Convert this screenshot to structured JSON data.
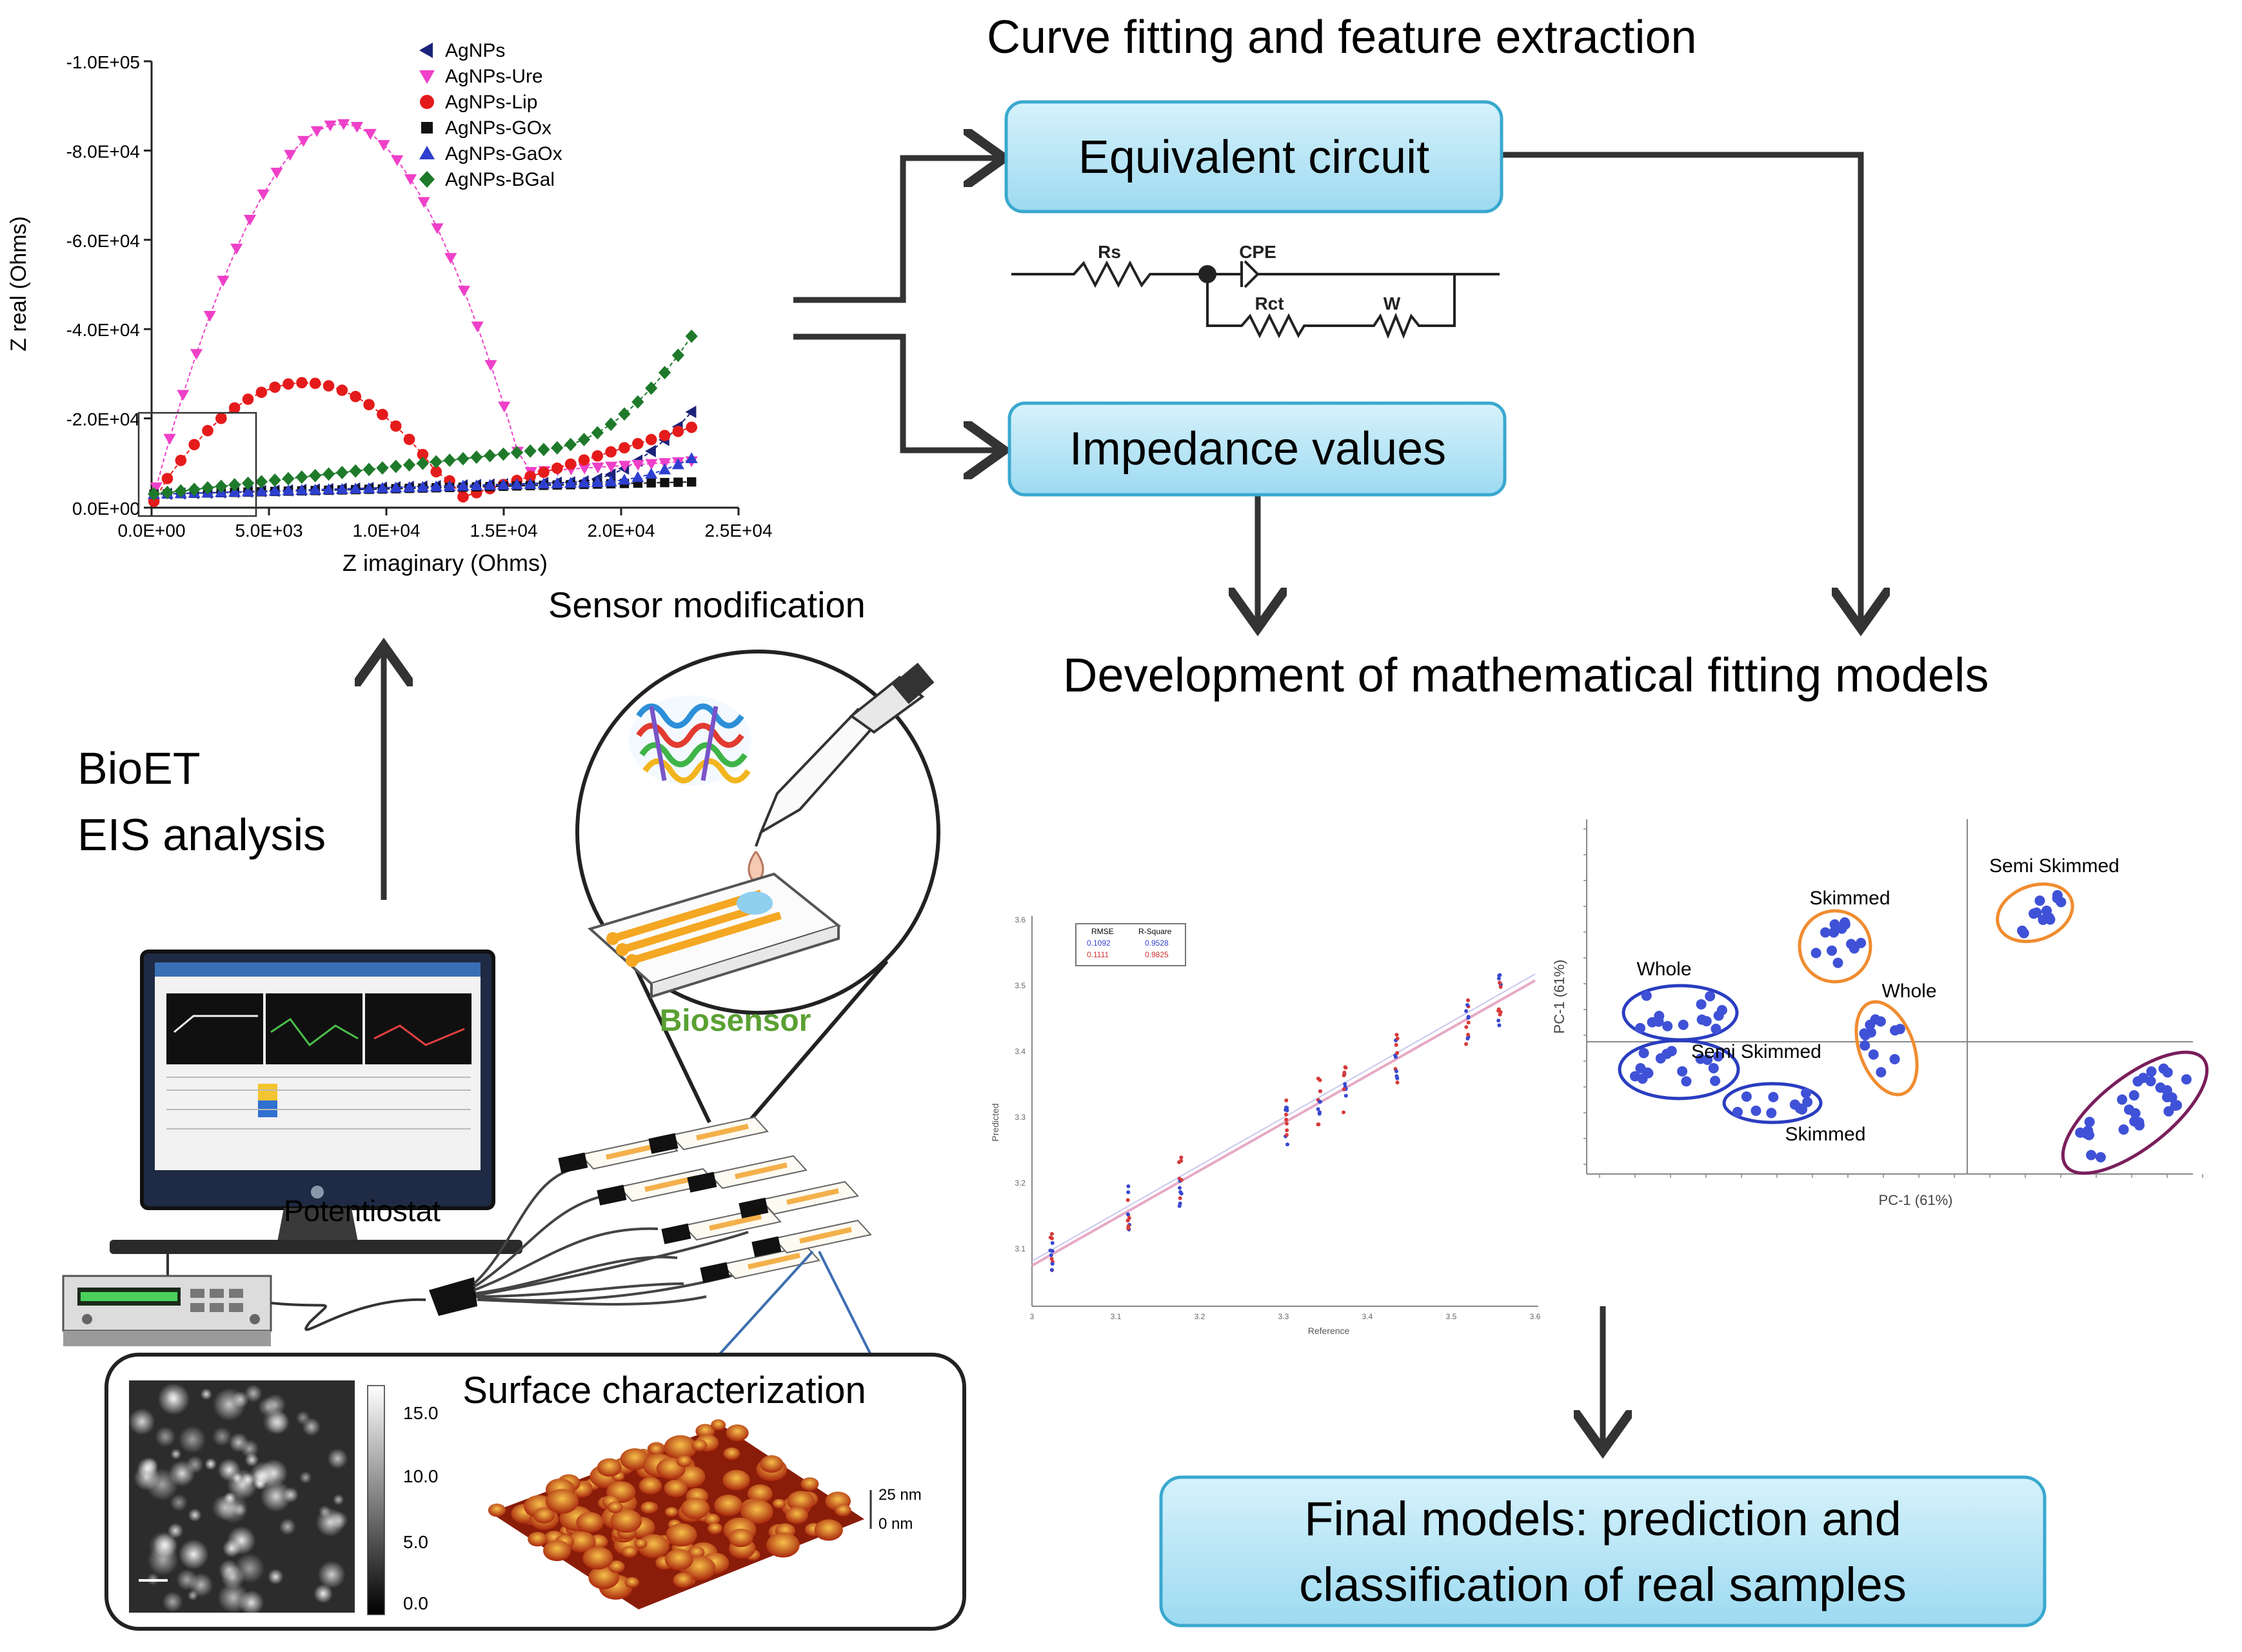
{
  "titles": {
    "curve_fitting": "Curve fitting and feature extraction",
    "development": "Development of mathematical fitting models",
    "sensor_modification": "Sensor modification",
    "bioet_line1": "BioET",
    "bioet_line2": "EIS analysis",
    "potentiostat": "Potentiostat",
    "biosensor": "Biosensor",
    "surface_characterization": "Surface characterization"
  },
  "boxes": {
    "equivalent_circuit": "Equivalent circuit",
    "impedance_values": "Impedance values",
    "final_line1": "Final models: prediction and",
    "final_line2": "classification of real samples"
  },
  "circuit": {
    "rs": "Rs",
    "cpe": "CPE",
    "rct": "Rct",
    "w": "W"
  },
  "colors": {
    "box_fill": "#b7e6f6",
    "box_stroke": "#3aa8cf",
    "biosensor_text": "#5aa033",
    "pca_blue": "#3f51d6"
  },
  "nyquist": {
    "y_axis_label": "Z real (Ohms)",
    "x_axis_label": "Z imaginary (Ohms)",
    "x_ticks": [
      "0.0E+00",
      "5.0E+03",
      "1.0E+04",
      "1.5E+04",
      "2.0E+04",
      "2.5E+04"
    ],
    "y_ticks": [
      "0.0E+00",
      "-2.0E+04",
      "-4.0E+04",
      "-6.0E+04",
      "-8.0E+04",
      "-1.0E+05"
    ],
    "legend": [
      {
        "label": "AgNPs",
        "color": "#1b237a",
        "marker": "tri-left"
      },
      {
        "label": "AgNPs-Ure",
        "color": "#ee40c8",
        "marker": "tri-down"
      },
      {
        "label": "AgNPs-Lip",
        "color": "#e51b1b",
        "marker": "circle"
      },
      {
        "label": "AgNPs-GOx",
        "color": "#111111",
        "marker": "square"
      },
      {
        "label": "AgNPs-GaOx",
        "color": "#2e3fd0",
        "marker": "tri-up"
      },
      {
        "label": "AgNPs-BGal",
        "color": "#1e7a2a",
        "marker": "diamond"
      }
    ]
  },
  "regression": {
    "x_axis_label": "Reference",
    "y_axis_label": "Predicted",
    "legend_headers": [
      "RMSE",
      "R-Square"
    ],
    "legend_rows": [
      [
        "0.1092",
        "0.9528"
      ],
      [
        "0.1111",
        "0.9825"
      ]
    ]
  },
  "pca": {
    "x_axis_label": "PC-1 (61%)",
    "y_axis_label": "PC-1 (61%)",
    "labels": {
      "whole_left": "Whole",
      "skimmed_top": "Skimmed",
      "semi_top": "Semi Skimmed",
      "whole_mid": "Whole",
      "semi_mid": "Semi Skimmed",
      "skimmed_bottom": "Skimmed"
    }
  },
  "afm": {
    "scale_ticks": [
      "15.0",
      "10.0",
      "5.0",
      "0.0"
    ],
    "z_labels": [
      "25 nm",
      "0 nm"
    ]
  }
}
